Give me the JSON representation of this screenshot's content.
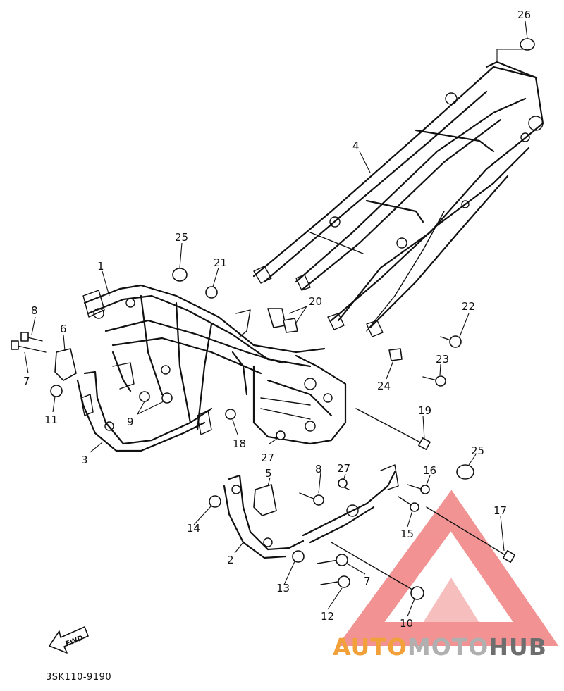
{
  "callouts": {
    "n1": "1",
    "n2": "2",
    "n3": "3",
    "n4": "4",
    "n5": "5",
    "n6": "6",
    "n7a": "7",
    "n7b": "7",
    "n8a": "8",
    "n8b": "8",
    "n9": "9",
    "n10": "10",
    "n11": "11",
    "n12": "12",
    "n13": "13",
    "n14": "14",
    "n15": "15",
    "n16": "16",
    "n17": "17",
    "n18": "18",
    "n19": "19",
    "n20": "20",
    "n21": "21",
    "n22": "22",
    "n23": "23",
    "n24": "24",
    "n25a": "25",
    "n25b": "25",
    "n26": "26",
    "n27a": "27",
    "n27b": "27"
  },
  "fwd_label": "FWD",
  "diagram_code": "3SK110-9190",
  "watermark": {
    "part1": "AUTO",
    "part2": "MOTO",
    "part3": "HUB",
    "color1": "#f2a13a",
    "color2": "#b0b0b0",
    "color3": "#6e6e6e",
    "logo_color": "#e83a3a"
  }
}
